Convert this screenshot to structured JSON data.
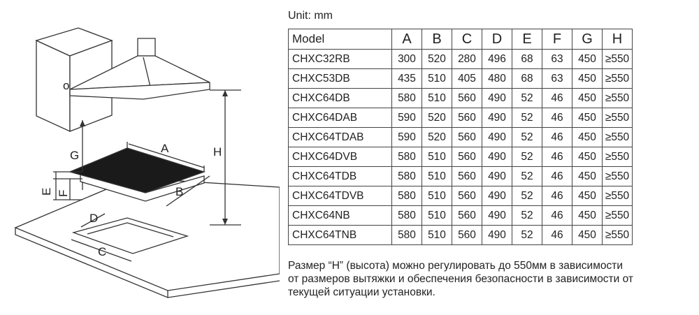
{
  "unit_label": "Unit: mm",
  "table": {
    "headers": [
      "Model",
      "A",
      "B",
      "C",
      "D",
      "E",
      "F",
      "G",
      "H"
    ],
    "rows": [
      [
        "CHXC32RB",
        "300",
        "520",
        "280",
        "496",
        "68",
        "63",
        "450",
        "≥550"
      ],
      [
        "CHXC53DB",
        "435",
        "510",
        "405",
        "480",
        "68",
        "63",
        "450",
        "≥550"
      ],
      [
        "CHXC64DB",
        "580",
        "510",
        "560",
        "490",
        "52",
        "46",
        "450",
        "≥550"
      ],
      [
        "CHXC64DAB",
        "590",
        "520",
        "560",
        "490",
        "52",
        "46",
        "450",
        "≥550"
      ],
      [
        "CHXC64TDAB",
        "590",
        "520",
        "560",
        "490",
        "52",
        "46",
        "450",
        "≥550"
      ],
      [
        "CHXC64DVB",
        "580",
        "510",
        "560",
        "490",
        "52",
        "46",
        "450",
        "≥550"
      ],
      [
        "CHXC64TDB",
        "580",
        "510",
        "560",
        "490",
        "52",
        "46",
        "450",
        "≥550"
      ],
      [
        "CHXC64TDVB",
        "580",
        "510",
        "560",
        "490",
        "52",
        "46",
        "450",
        "≥550"
      ],
      [
        "CHXC64NB",
        "580",
        "510",
        "560",
        "490",
        "52",
        "46",
        "450",
        "≥550"
      ],
      [
        "CHXC64TNB",
        "580",
        "510",
        "560",
        "490",
        "52",
        "46",
        "450",
        "≥550"
      ]
    ]
  },
  "note_lines": [
    "Размер “H” (высота) можно регулировать до 550мм в зависимости",
    "от размеров вытяжки и обеспечения безопасности в зависимости от",
    "текущей ситуации установки."
  ],
  "diagram_labels": {
    "A": "A",
    "B": "B",
    "C": "C",
    "D": "D",
    "E": "E",
    "F": "F",
    "G": "G",
    "H": "H",
    "hood_mark": "o"
  }
}
